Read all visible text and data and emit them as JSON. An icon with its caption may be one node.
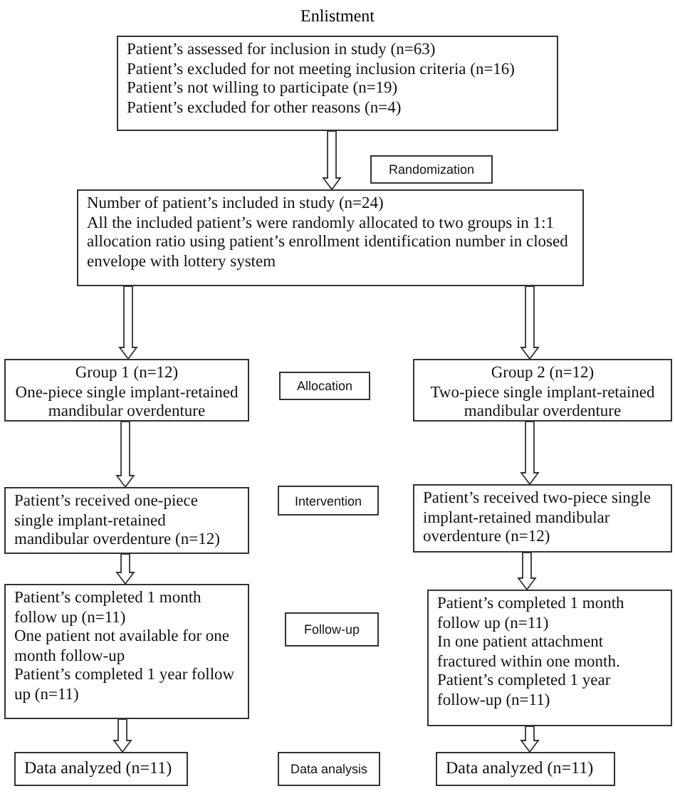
{
  "diagram": {
    "nodes": [
      {
        "text": [
          "Enlistment",
          "Patient’s assessed for inclusion in study (n=63)",
          "Patient’s excluded for not meeting inclusion criteria (n=16)",
          "Patient’s not willing to participate (n=19)",
          "Patient’s excluded for other reasons (n=4)"
        ]
      },
      {
        "text": [
          "Randomization"
        ]
      },
      {
        "text": [
          "Number of patient’s included in study (n=24)",
          "All the included patient’s were randomly allocated to two groups in 1:1 allocation ratio using patient’s enrollment identification number in closed envelope with lottery system"
        ]
      },
      {
        "text": [
          "Group 1 (n=12)",
          "One-piece single implant-retained mandibular overdenture"
        ]
      },
      {
        "text": [
          "Allocation"
        ]
      },
      {
        "text": [
          "Group 2 (n=12)",
          "Two-piece single implant-retained mandibular overdenture"
        ]
      },
      {
        "text": [
          "Patient’s received one-piece single implant-retained mandibular overdenture (n=12)"
        ]
      },
      {
        "text": [
          "Intervention"
        ]
      },
      {
        "text": [
          "Patient’s received two-piece single implant-retained mandibular overdenture (n=12)"
        ]
      },
      {
        "text": [
          "Patient’s completed 1 month follow up (n=11)",
          "One patient not available for one month follow-up",
          "Patient’s completed 1 year follow up (n=11)"
        ]
      },
      {
        "text": [
          "Follow-up"
        ]
      },
      {
        "text": [
          "Patient’s completed 1 month follow up (n=11)",
          "In one patient attachment fractured within one month.",
          "Patient’s completed 1 year follow-up (n=11)"
        ]
      },
      {
        "text": [
          "Data analyzed (n=11)"
        ]
      },
      {
        "text": [
          "Data analysis"
        ]
      },
      {
        "text": [
          "Data analyzed (n=11)"
        ]
      }
    ],
    "edges": [
      {
        "from": 0,
        "to": 2,
        "arrow": "to"
      },
      {
        "from": 2,
        "to": 3,
        "arrow": "to"
      },
      {
        "from": 2,
        "to": 5,
        "arrow": "to"
      },
      {
        "from": 3,
        "to": 6,
        "arrow": "to"
      },
      {
        "from": 5,
        "to": 8,
        "arrow": "to"
      },
      {
        "from": 6,
        "to": 9,
        "arrow": "to"
      },
      {
        "from": 8,
        "to": 11,
        "arrow": "to"
      },
      {
        "from": 9,
        "to": 12,
        "arrow": "to"
      },
      {
        "from": 11,
        "to": 14,
        "arrow": "to"
      }
    ]
  }
}
